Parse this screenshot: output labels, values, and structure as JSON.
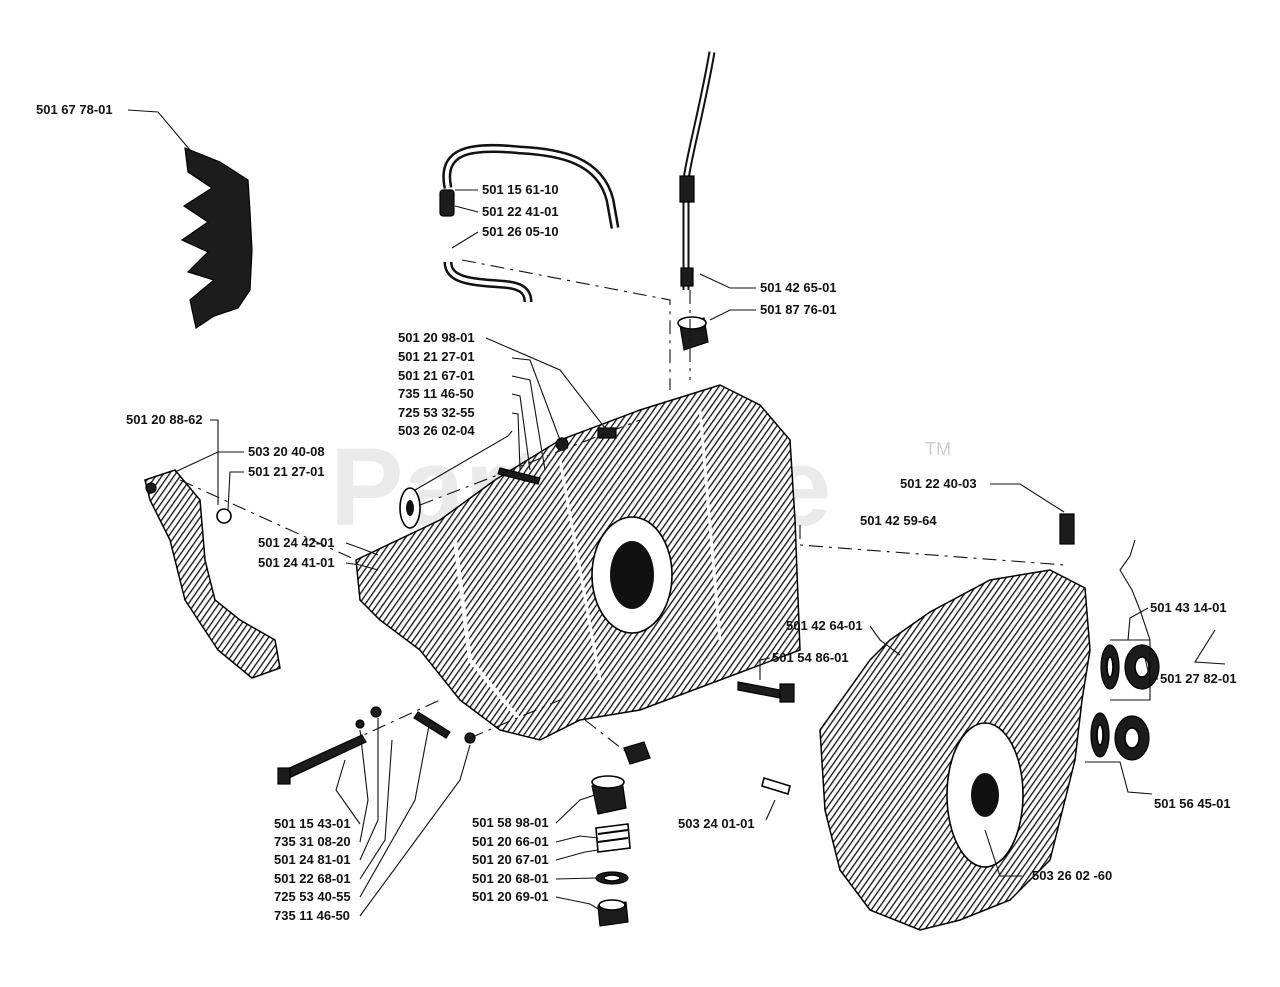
{
  "watermark": {
    "text": "PartsTree",
    "tm": "TM"
  },
  "labels": {
    "l01": "501 67 78-01",
    "l02": "501 15 61-10",
    "l03": "501 22 41-01",
    "l04": "501 26 05-10",
    "l05": "501 42 65-01",
    "l06": "501 87 76-01",
    "l07": "501 20 98-01",
    "l08": "501 21 27-01",
    "l09": "501 21 67-01",
    "l10": "735 11 46-50",
    "l11": "725 53 32-55",
    "l12": "503 26 02-04",
    "l13": "501 20 88-62",
    "l14": "503 20 40-08",
    "l15": "501 21 27-01",
    "l16": "501 24 42-01",
    "l17": "501 24 41-01",
    "l18": "501 22 40-03",
    "l19": "501 42 59-64",
    "l20": "501 43 14-01",
    "l21": "501 42 64-01",
    "l22": "501 54 86-01",
    "l23": "501 27 82-01",
    "l24": "501 56 45-01",
    "l25": "503 24 01-01",
    "l26": "503 26 02 -60",
    "l27": "501 15 43-01",
    "l28": "735 31 08-20",
    "l29": "501 24 81-01",
    "l30": "501 22 68-01",
    "l31": "725 53 40-55",
    "l32": "735 11 46-50",
    "l33": "501 58 98-01",
    "l34": "501 20 66-01",
    "l35": "501 20 67-01",
    "l36": "501 20 68-01",
    "l37": "501 20 69-01"
  }
}
